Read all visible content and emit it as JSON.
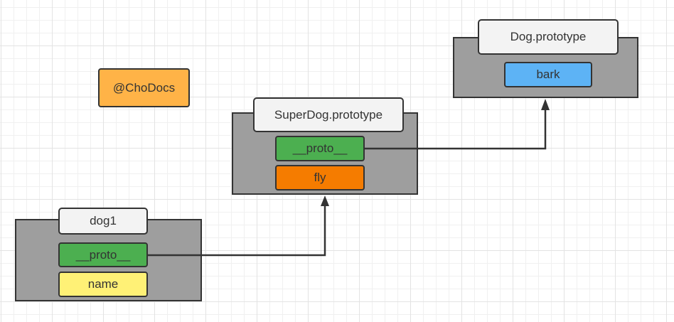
{
  "watermark": {
    "label": "@ChoDocs",
    "color": "#ffb347"
  },
  "colors": {
    "container": "#9e9e9e",
    "title": "#f3f3f3",
    "proto": "#4caf50",
    "fly": "#f57c00",
    "bark": "#5db3f5",
    "name": "#fff176"
  },
  "objects": {
    "dog_prototype": {
      "title": "Dog.prototype",
      "props": [
        "bark"
      ]
    },
    "superdog_prototype": {
      "title": "SuperDog.prototype",
      "props": [
        "__proto__",
        "fly"
      ]
    },
    "dog1": {
      "title": "dog1",
      "props": [
        "__proto__",
        "name"
      ]
    }
  },
  "links": [
    {
      "from": "dog1.__proto__",
      "to": "SuperDog.prototype"
    },
    {
      "from": "SuperDog.prototype.__proto__",
      "to": "Dog.prototype"
    }
  ]
}
